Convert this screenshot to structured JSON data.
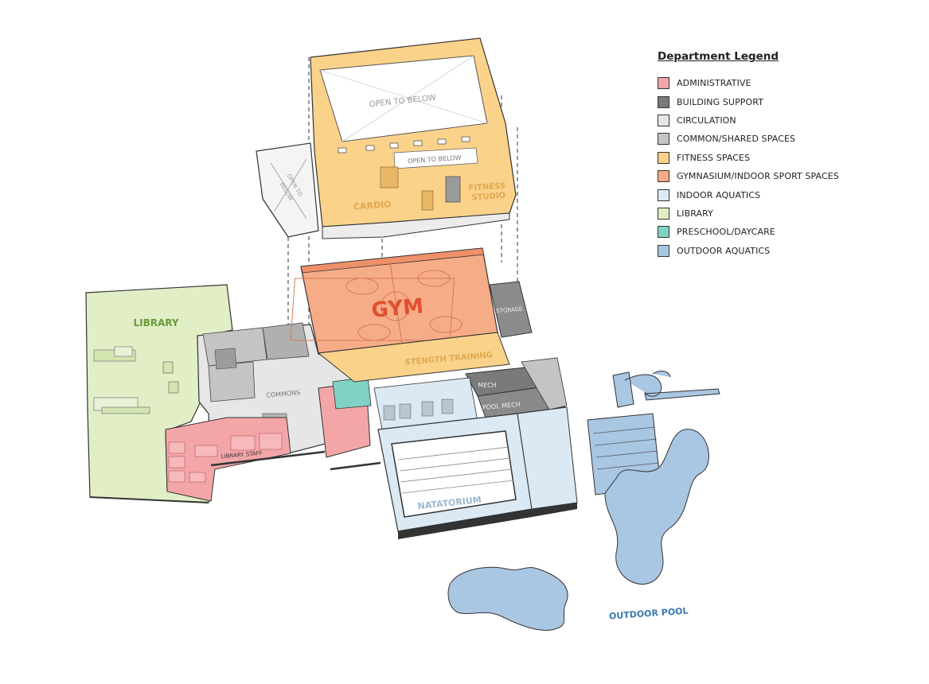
{
  "legend": {
    "title": "Department Legend",
    "items": [
      {
        "label": "ADMINISTRATIVE",
        "color": "#f4a5a8"
      },
      {
        "label": "BUILDING SUPPORT",
        "color": "#7a7a7a"
      },
      {
        "label": "CIRCULATION",
        "color": "#e6e6e6"
      },
      {
        "label": "COMMON/SHARED SPACES",
        "color": "#c4c4c4"
      },
      {
        "label": "FITNESS SPACES",
        "color": "#fad28a"
      },
      {
        "label": "GYMNASIUM/INDOOR SPORT SPACES",
        "color": "#f7ac88"
      },
      {
        "label": "INDOOR AQUATICS",
        "color": "#dbe9f4"
      },
      {
        "label": "LIBRARY",
        "color": "#e1eec6"
      },
      {
        "label": "PRESCHOOL/DAYCARE",
        "color": "#80d2c4"
      },
      {
        "label": "OUTDOOR AQUATICS",
        "color": "#a9c6e3"
      }
    ]
  },
  "labels": {
    "open_to_below_1": "OPEN TO BELOW",
    "open_to_below_2": "OPEN TO BELOW",
    "open_to_below_left_1": "OPEN TO",
    "open_to_below_left_2": "BELOW",
    "cardio": "CARDIO",
    "fitness_1": "FITNESS",
    "fitness_2": "STUDIO",
    "gym": "GYM",
    "storage": "STORAGE",
    "strength": "STENGTH TRAINING",
    "library": "LIBRARY",
    "commons": "COMMONS",
    "mech": "MECH",
    "pool_mech": "POOL MECH",
    "library_staff": "LIBRARY STAFF",
    "natatorium": "NATATORIUM",
    "outdoor_pool": "OUTDOOR POOL"
  }
}
